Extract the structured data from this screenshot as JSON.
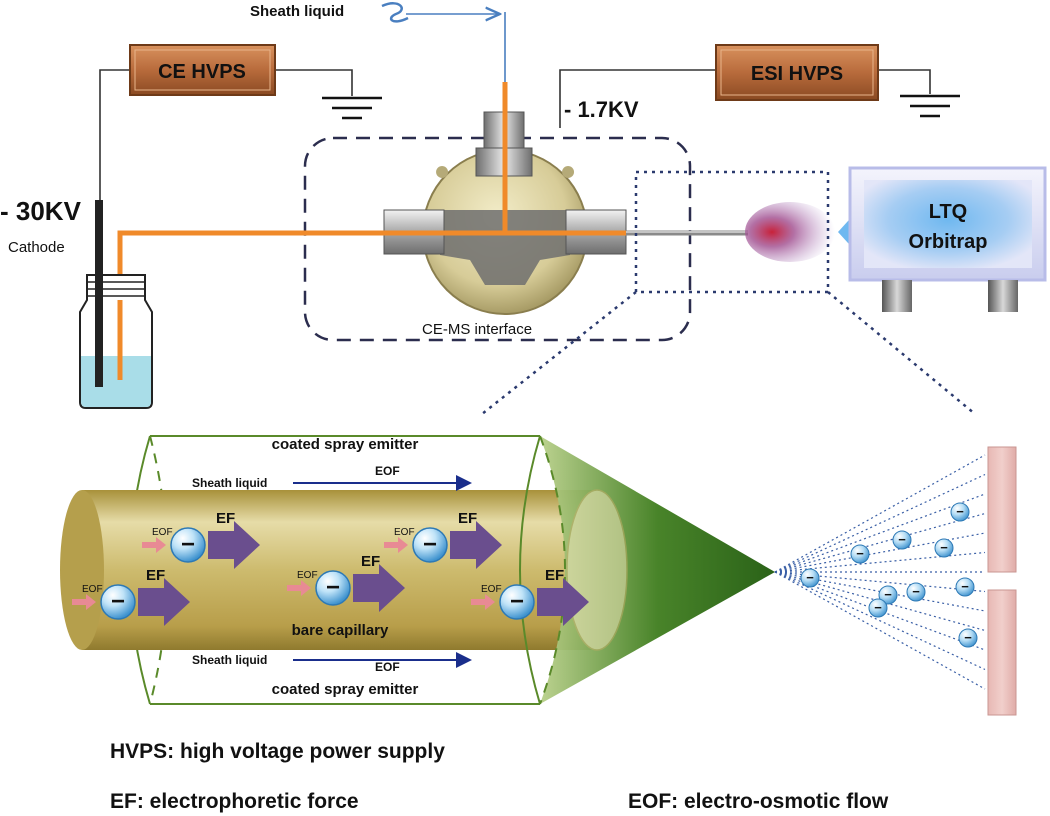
{
  "top": {
    "sheath_liquid": "Sheath liquid",
    "ce_hvps": "CE HVPS",
    "esi_hvps": "ESI HVPS",
    "voltage_interface": "- 1.7KV",
    "voltage_cathode": "- 30KV",
    "cathode": "Cathode",
    "interface_label": "CE-MS interface",
    "ms_line1": "LTQ",
    "ms_line2": "Orbitrap"
  },
  "detail": {
    "emitter_top": "coated spray emitter",
    "emitter_bottom": "coated spray emitter",
    "sheath_top": "Sheath liquid",
    "sheath_bottom": "Sheath liquid",
    "eof_top": "EOF",
    "eof_bottom": "EOF",
    "bare_capillary": "bare capillary",
    "eof_small": "EOF",
    "ef": "EF",
    "ion_sign": "−"
  },
  "legend": {
    "hvps": "HVPS: high voltage power supply",
    "ef": "EF: electrophoretic force",
    "eof": "EOF: electro-osmotic flow"
  },
  "colors": {
    "box_brown": "#b86b3c",
    "capillary_orange": "#f08a2a",
    "emitter_green": "#3f7d1e",
    "capillary_tan": "#c9b560",
    "arrow_purple": "#6a4e8e",
    "arrow_pink": "#e88a94",
    "ms_box": "#d8dcf5"
  }
}
